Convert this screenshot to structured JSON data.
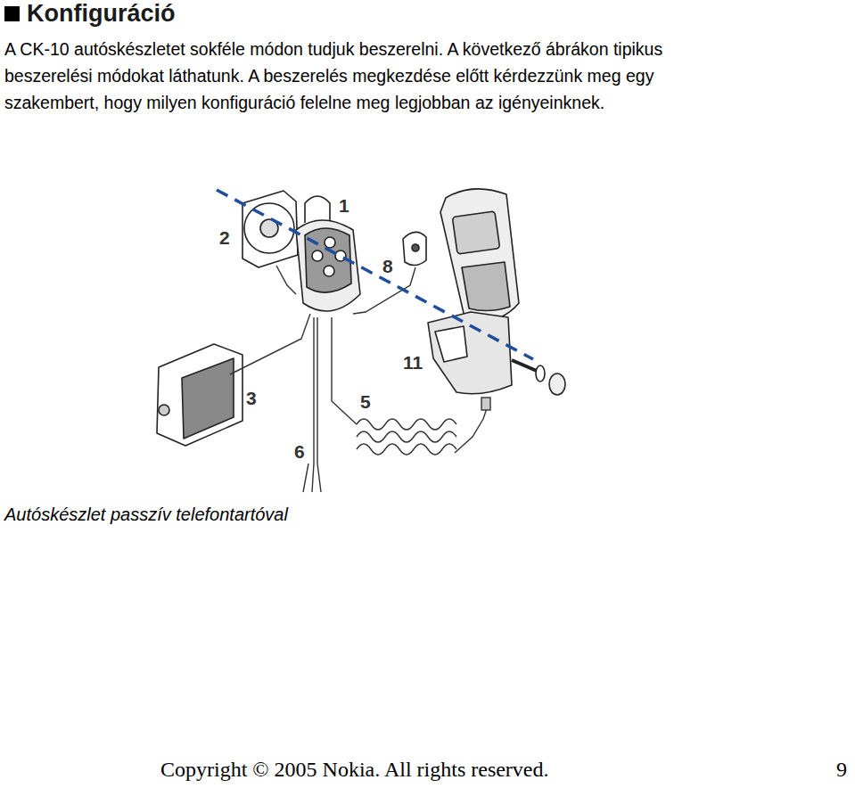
{
  "diagram": {
    "title": "Konfiguráció",
    "caption": "Autóskészlet passzív telefontartóval",
    "labels": [
      "A CK-10 autóskészletet sokféle módon tudjuk beszerelni. A következő ábrákon tipikus beszerelési módokat láthatunk. A beszerelés megkezdése előtt kérdezzünk meg egy szakembert, hogy milyen konfiguráció felelne meg legjobban az igényeinknek.",
      "1",
      "2",
      "8",
      "3",
      "11",
      "5",
      "6",
      "Copyright © 2005 Nokia. All rights reserved.",
      "9"
    ]
  }
}
